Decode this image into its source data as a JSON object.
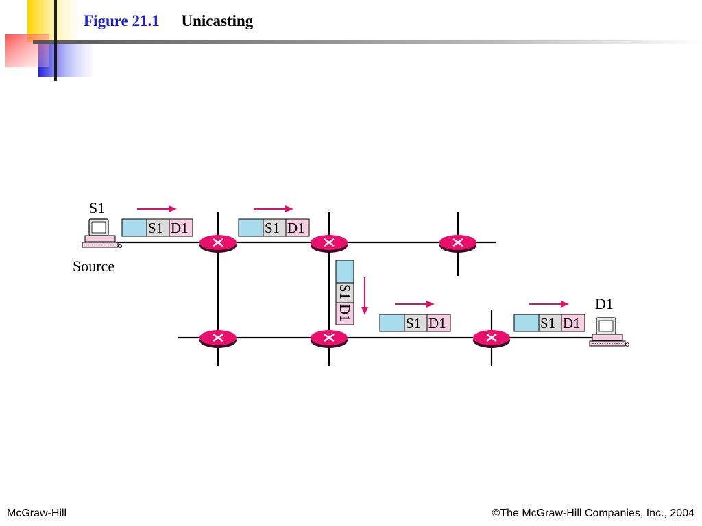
{
  "slide": {
    "figure_number": "Figure 21.1",
    "figure_title": "Unicasting"
  },
  "footer": {
    "left": "McGraw-Hill",
    "right": "©The McGraw-Hill Companies, Inc., 2004"
  },
  "diagram": {
    "source_host_label": "S1",
    "source_caption": "Source",
    "destination_host_label": "D1",
    "packet": {
      "source_field": "S1",
      "destination_field": "D1"
    },
    "colors": {
      "router": "#e8106a",
      "arrow": "#e0106a",
      "packet_payload": "#a8dcec",
      "packet_source": "#dcdcdc",
      "packet_destination": "#f7cfe3",
      "link": "#000000"
    }
  }
}
